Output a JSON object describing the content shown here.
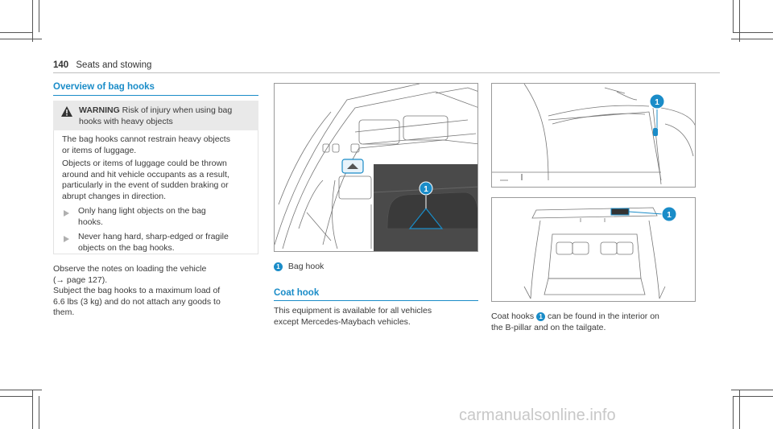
{
  "header": {
    "page_number": "140",
    "section": "Seats and stowing"
  },
  "overview": {
    "title": "Overview of bag hooks",
    "warning_label": "WARNING",
    "warning_line1": " Risk of injury when using bag",
    "warning_line2": "hooks with heavy objects",
    "body1_line1": "The bag hooks cannot restrain heavy objects",
    "body1_line2": "or items of luggage.",
    "body2_line1": "Objects or items of luggage could be thrown",
    "body2_line2": "around and hit vehicle occupants as a result,",
    "body2_line3": "particularly in the event of sudden braking or",
    "body2_line4": "abrupt changes in direction.",
    "bullet1_line1": "Only hang light objects on the bag",
    "bullet1_line2": "hooks.",
    "bullet2_line1": "Never hang hard, sharp-edged or fragile",
    "bullet2_line2": "objects on the bag hooks.",
    "note_line1": "Observe the notes on loading the vehicle",
    "note_line2": "(→ page 127).",
    "note_line3": "Subject the bag hooks to a maximum load of",
    "note_line4": "6.6 lbs (3 kg) and do not attach any goods to",
    "note_line5": "them."
  },
  "figure1": {
    "callout": "1",
    "legend_label": "Bag hook"
  },
  "coat_hook": {
    "title": "Coat hook",
    "line1": "This equipment is available for all vehicles",
    "line2": "except Mercedes-Maybach vehicles."
  },
  "figure2": {
    "callout": "1"
  },
  "figure3": {
    "callout": "1"
  },
  "coat_caption": {
    "pre": "Coat hooks ",
    "callout": "1",
    "post": " can be found in the interior on",
    "line2": "the B-pillar and on the tailgate."
  },
  "watermark": "carmanualsonline.info",
  "colors": {
    "accent": "#1a8cc8",
    "warning_bg": "#e9e9e9"
  }
}
